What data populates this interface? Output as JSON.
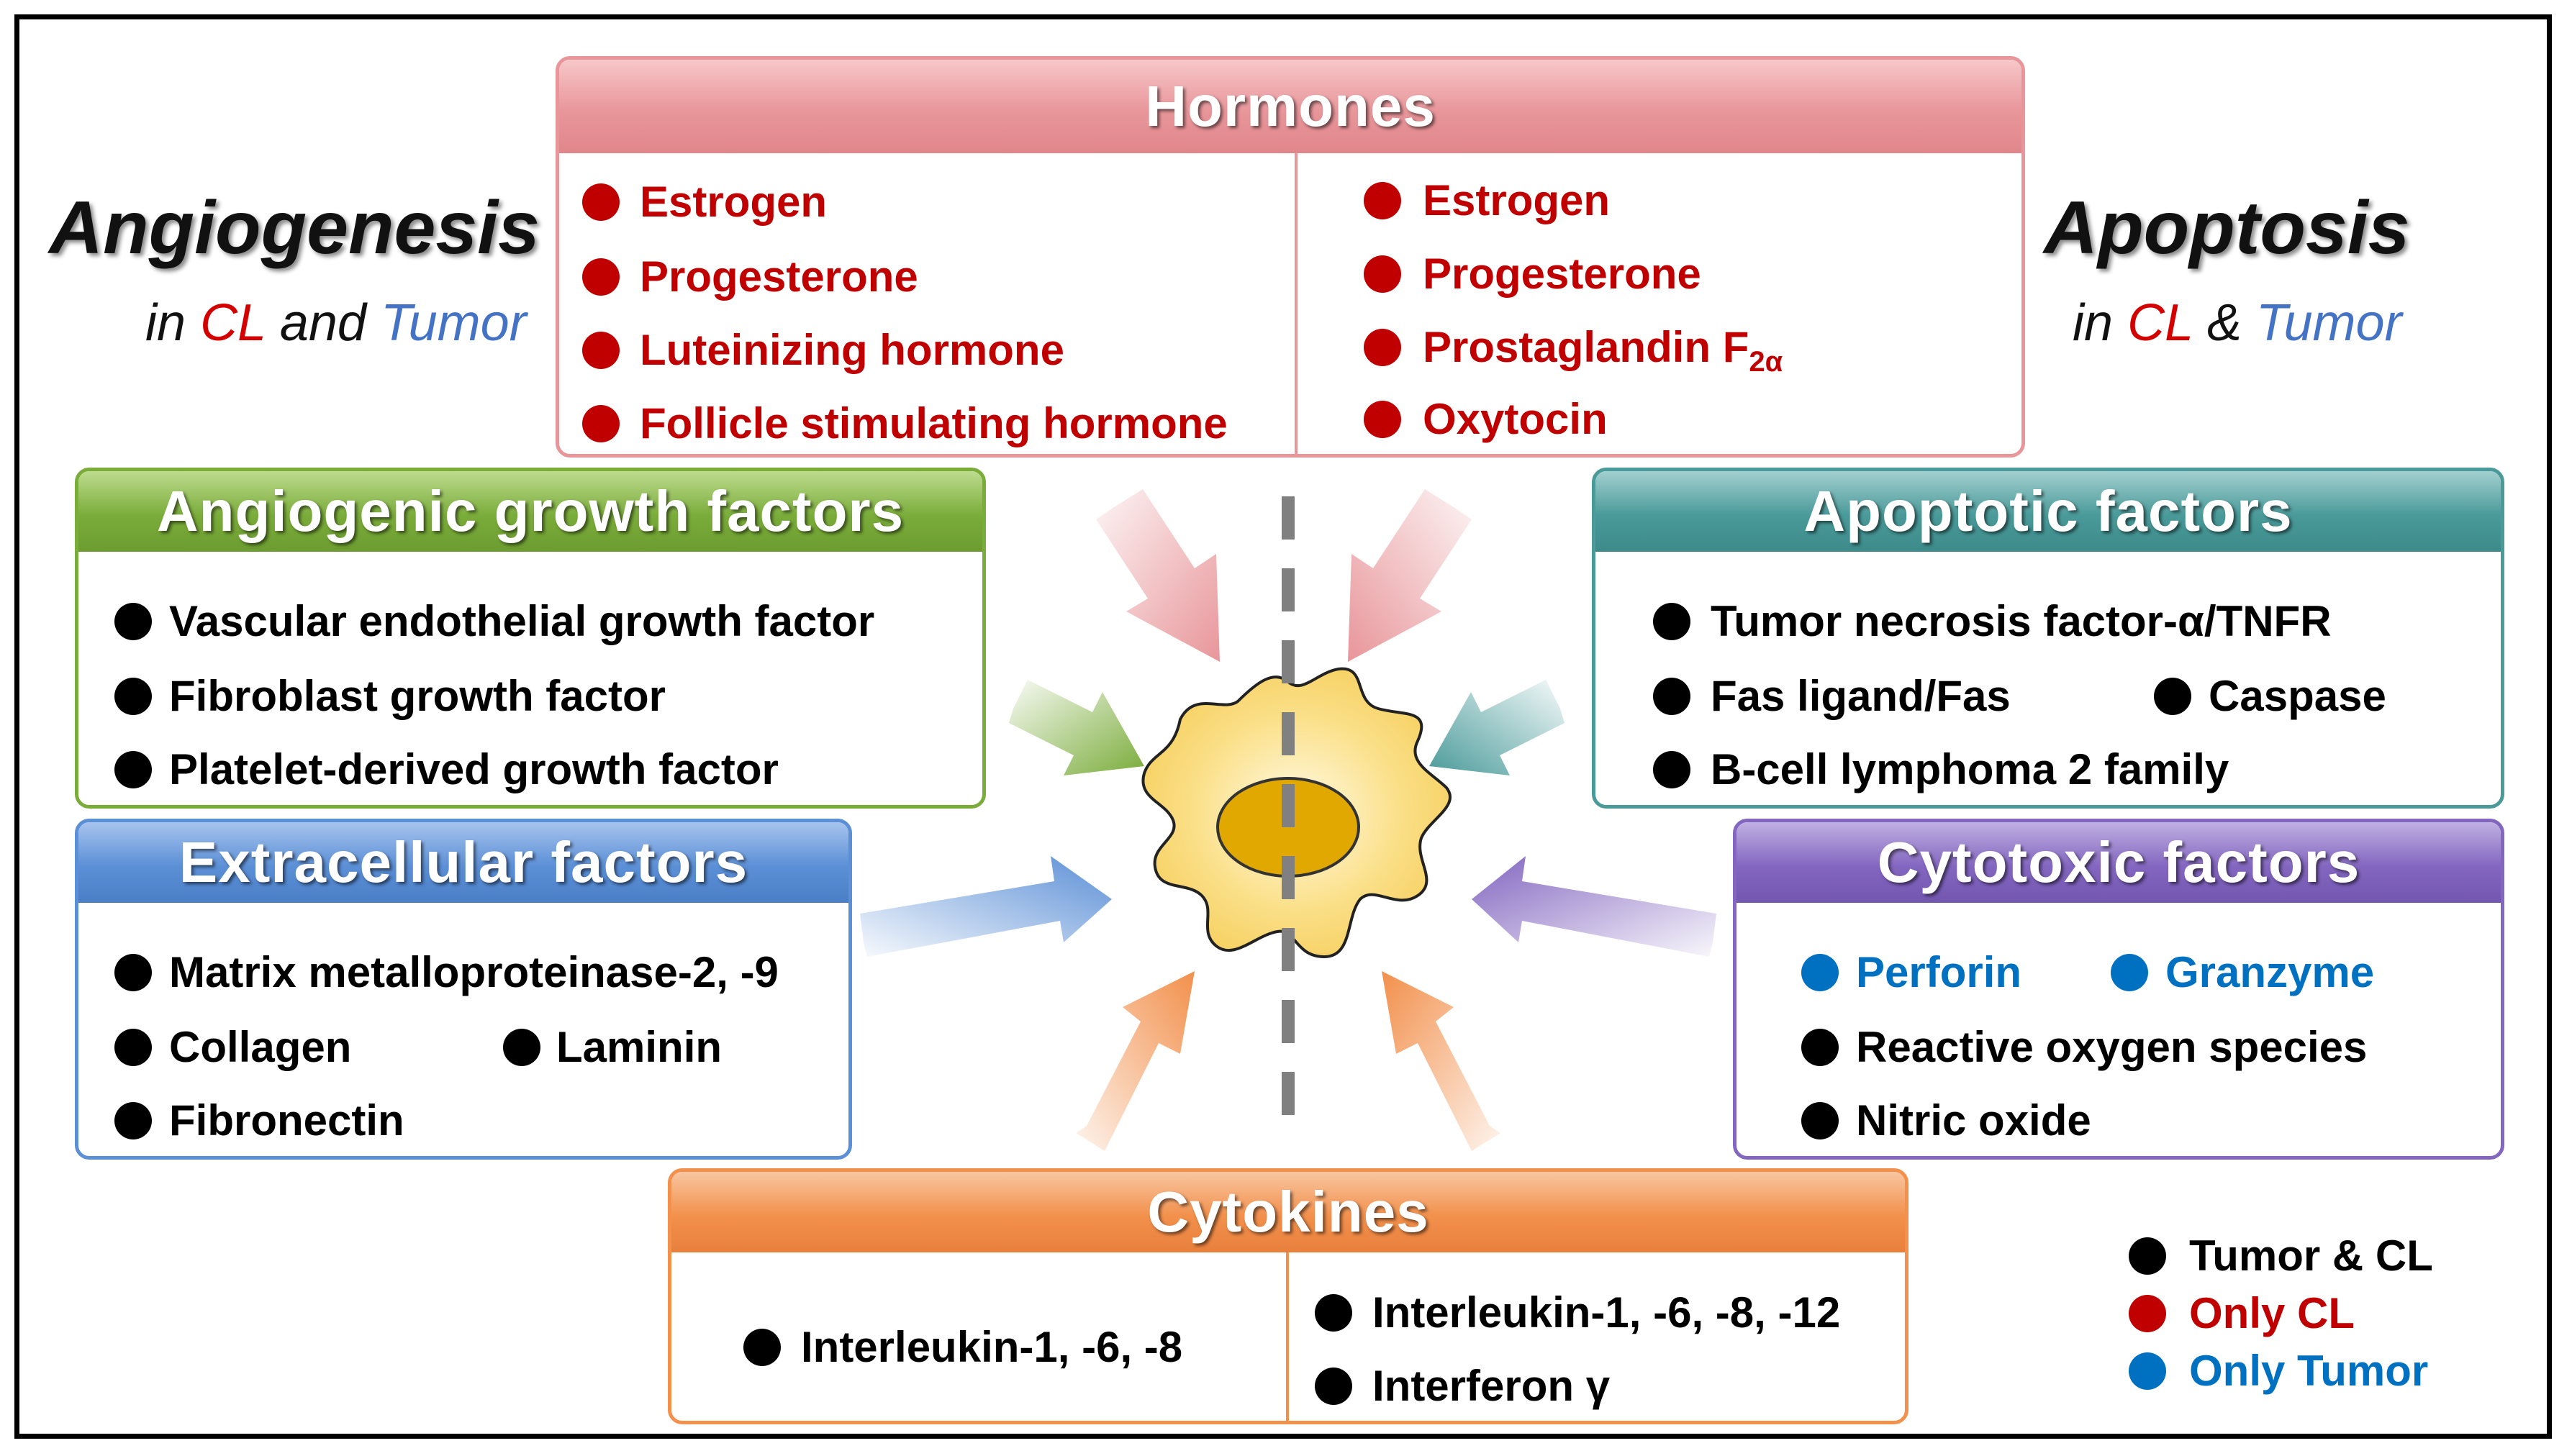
{
  "left_title": {
    "title": "Angiogenesis",
    "sub_in": "in",
    "sub_cl": "CL",
    "sub_and": "and",
    "sub_tumor": "Tumor"
  },
  "right_title": {
    "title": "Apoptosis",
    "sub_in": "in",
    "sub_cl": "CL",
    "sub_and": "&",
    "sub_tumor": "Tumor"
  },
  "hormones": {
    "header": "Hormones",
    "left": [
      "Estrogen",
      "Progesterone",
      "Luteinizing hormone",
      "Follicle stimulating hormone"
    ],
    "right": [
      "Estrogen",
      "Progesterone",
      "Prostaglandin F",
      "Oxytocin"
    ],
    "pgf_subscript": "2α"
  },
  "angiogenic": {
    "header": "Angiogenic growth factors",
    "items": [
      "Vascular endothelial growth factor",
      "Fibroblast growth factor",
      "Platelet-derived growth factor"
    ]
  },
  "extracellular": {
    "header": "Extracellular factors",
    "items": [
      "Matrix metalloproteinase-2, -9",
      "Collagen",
      "Laminin",
      "Fibronectin"
    ]
  },
  "apoptotic": {
    "header": "Apoptotic factors",
    "items": [
      "Tumor necrosis factor-α/TNFR",
      "Fas ligand/Fas",
      "Caspase",
      "B-cell lymphoma 2 family"
    ]
  },
  "cytotoxic": {
    "header": "Cytotoxic factors",
    "items": [
      "Perforin",
      "Granzyme",
      "Reactive oxygen species",
      "Nitric oxide"
    ]
  },
  "cytokines": {
    "header": "Cytokines",
    "left": [
      "Interleukin-1, -6, -8"
    ],
    "right": [
      "Interleukin-1, -6, -8, -12",
      "Interferon γ"
    ]
  },
  "legend": [
    {
      "label": "Tumor & CL",
      "color": "#000000"
    },
    {
      "label": "Only CL",
      "color": "#c00000"
    },
    {
      "label": "Only Tumor",
      "color": "#0070c0"
    }
  ],
  "colors": {
    "hormones": "#e8969a",
    "angiogenic": "#7aac3a",
    "extracellular": "#5b8fd6",
    "apoptotic": "#4a9a9a",
    "cytotoxic": "#8366c0",
    "cytokines": "#f2904c",
    "cell": "#fbe08a",
    "nucleus": "#e0a800"
  }
}
